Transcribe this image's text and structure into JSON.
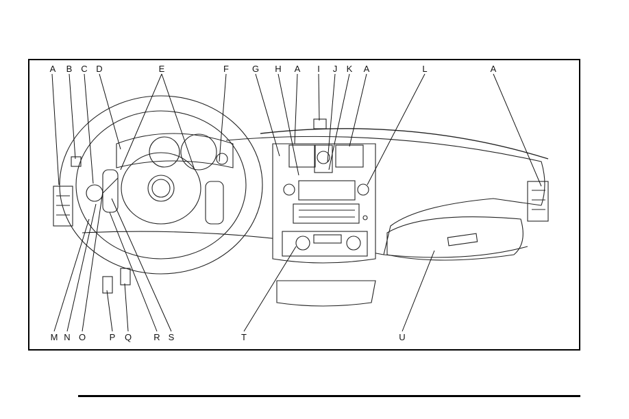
{
  "figure": {
    "top_labels": [
      "A",
      "B",
      "C",
      "D",
      "E",
      "F",
      "G",
      "H",
      "A",
      "I",
      "J",
      "K",
      "A",
      "L",
      "A"
    ],
    "bottom_labels": [
      "M",
      "N",
      "O",
      "P",
      "Q",
      "R",
      "S",
      "T",
      "U"
    ]
  },
  "colors": {
    "line": "#222222",
    "fill": "#ffffff",
    "shade": "#e8e8e8"
  }
}
